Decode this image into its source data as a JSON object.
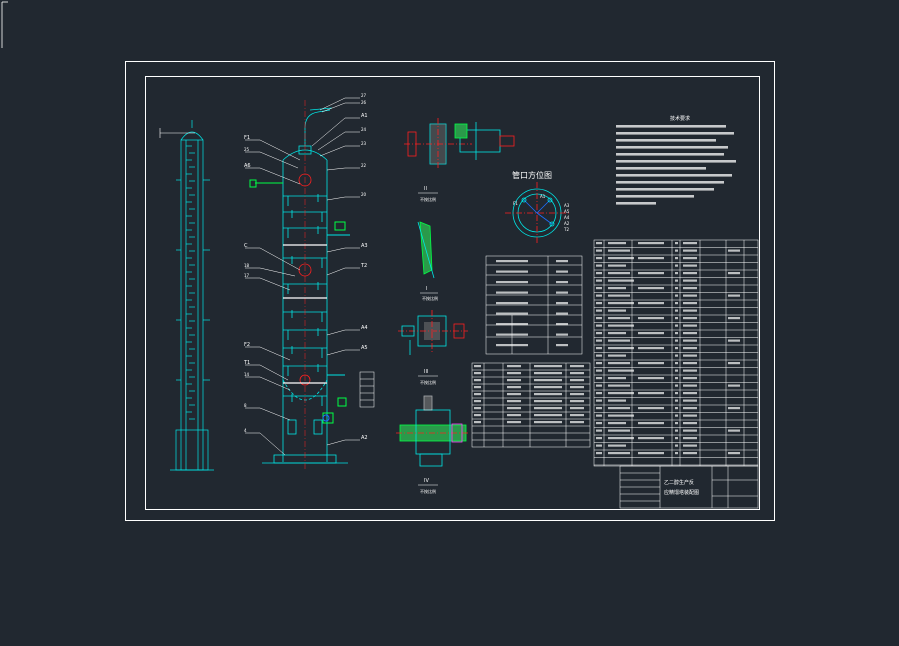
{
  "labels": {
    "nozzle_orientation_title": "管口方位图",
    "tech_req_title": "技术要求",
    "section_II": "II",
    "section_I": "I",
    "section_III": "III",
    "section_IV": "IV",
    "scale_caption": "不按比例",
    "drawing_title_line1": "乙二醇生产反",
    "drawing_title_line2": "应精馏塔装配图",
    "leader_A1": "A1",
    "leader_A2": "A2",
    "leader_A3": "A3",
    "leader_A4": "A4",
    "leader_A5": "A5",
    "leader_A6": "A6",
    "leader_F1": "F1",
    "leader_F2": "F2",
    "leader_C": "C",
    "leader_T1": "T1",
    "leader_T2": "T2"
  },
  "colors": {
    "background": "#212830",
    "frame": "#ffffff",
    "geometry": "#00e5e5",
    "accent": "#ff2020",
    "nozzle": "#1e6fff",
    "annotation": "#00ff44",
    "magenta": "#ff40ff",
    "fill_gray": "#7a7a7a",
    "fill_green": "#2a9a4a"
  }
}
